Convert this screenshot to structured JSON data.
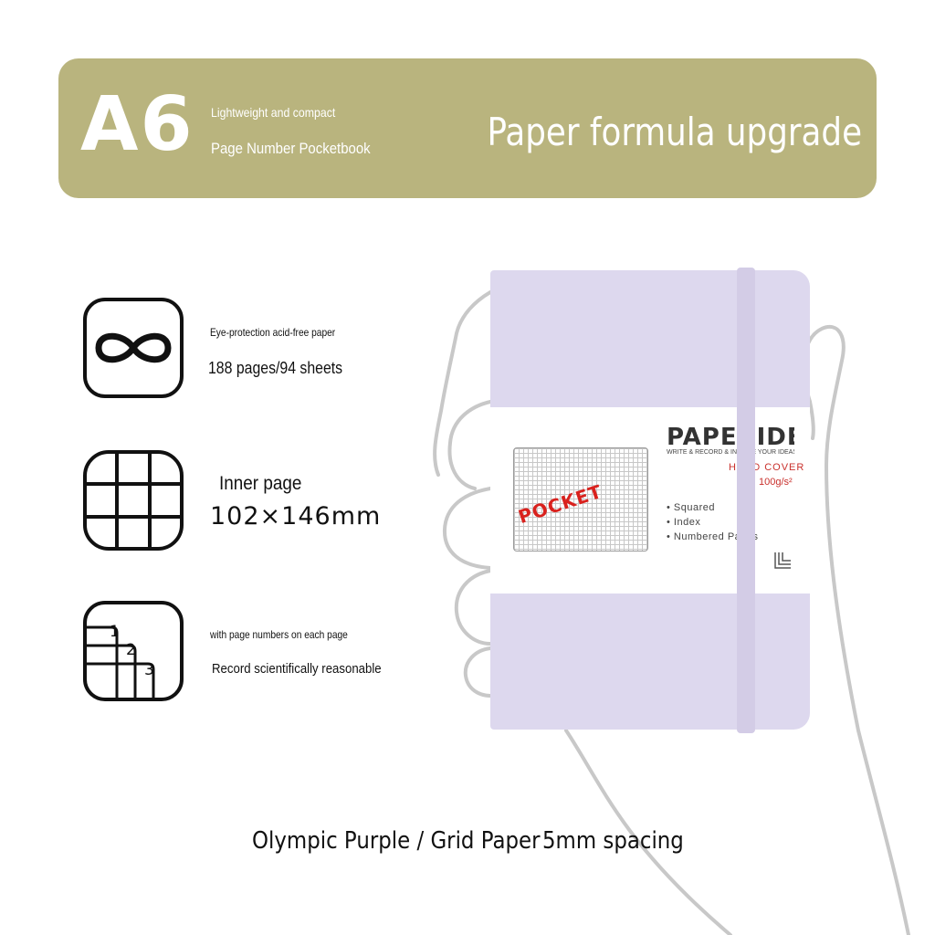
{
  "colors": {
    "banner": "#b9b47e",
    "notebook": "#ddd8ee",
    "strap": "#d3cce6",
    "hand_outline": "#c8c8c8",
    "accent_red": "#d9211d"
  },
  "banner": {
    "size_label": "A6",
    "subtitle_line1": "Lightweight and compact",
    "subtitle_line2": "Page Number Pocketbook",
    "headline": "Paper formula upgrade"
  },
  "features": [
    {
      "icon": "infinity-icon",
      "small_text": "Eye-protection acid-free paper",
      "big_text": "188 pages/94 sheets"
    },
    {
      "icon": "grid-icon",
      "title": "Inner page",
      "size": "102×146mm"
    },
    {
      "icon": "numbered-pages-icon",
      "icon_numbers": [
        "1",
        "2",
        "3"
      ],
      "small_text": "with page numbers on each page",
      "big_text": "Record scientifically reasonable"
    }
  ],
  "notebook": {
    "stamp": "POCKET",
    "brand": "PAPERIDEAS",
    "tagline": "WRITE & RECORD & INSPIRE YOUR IDEAS",
    "cover_type": "HARD COVER",
    "paper_weight": "100g/s²",
    "bullets": [
      "Squared",
      "Index",
      "Numbered Pages"
    ]
  },
  "caption": {
    "variant": "Olympic Purple / Grid Paper",
    "spacing": "5mm spacing"
  }
}
